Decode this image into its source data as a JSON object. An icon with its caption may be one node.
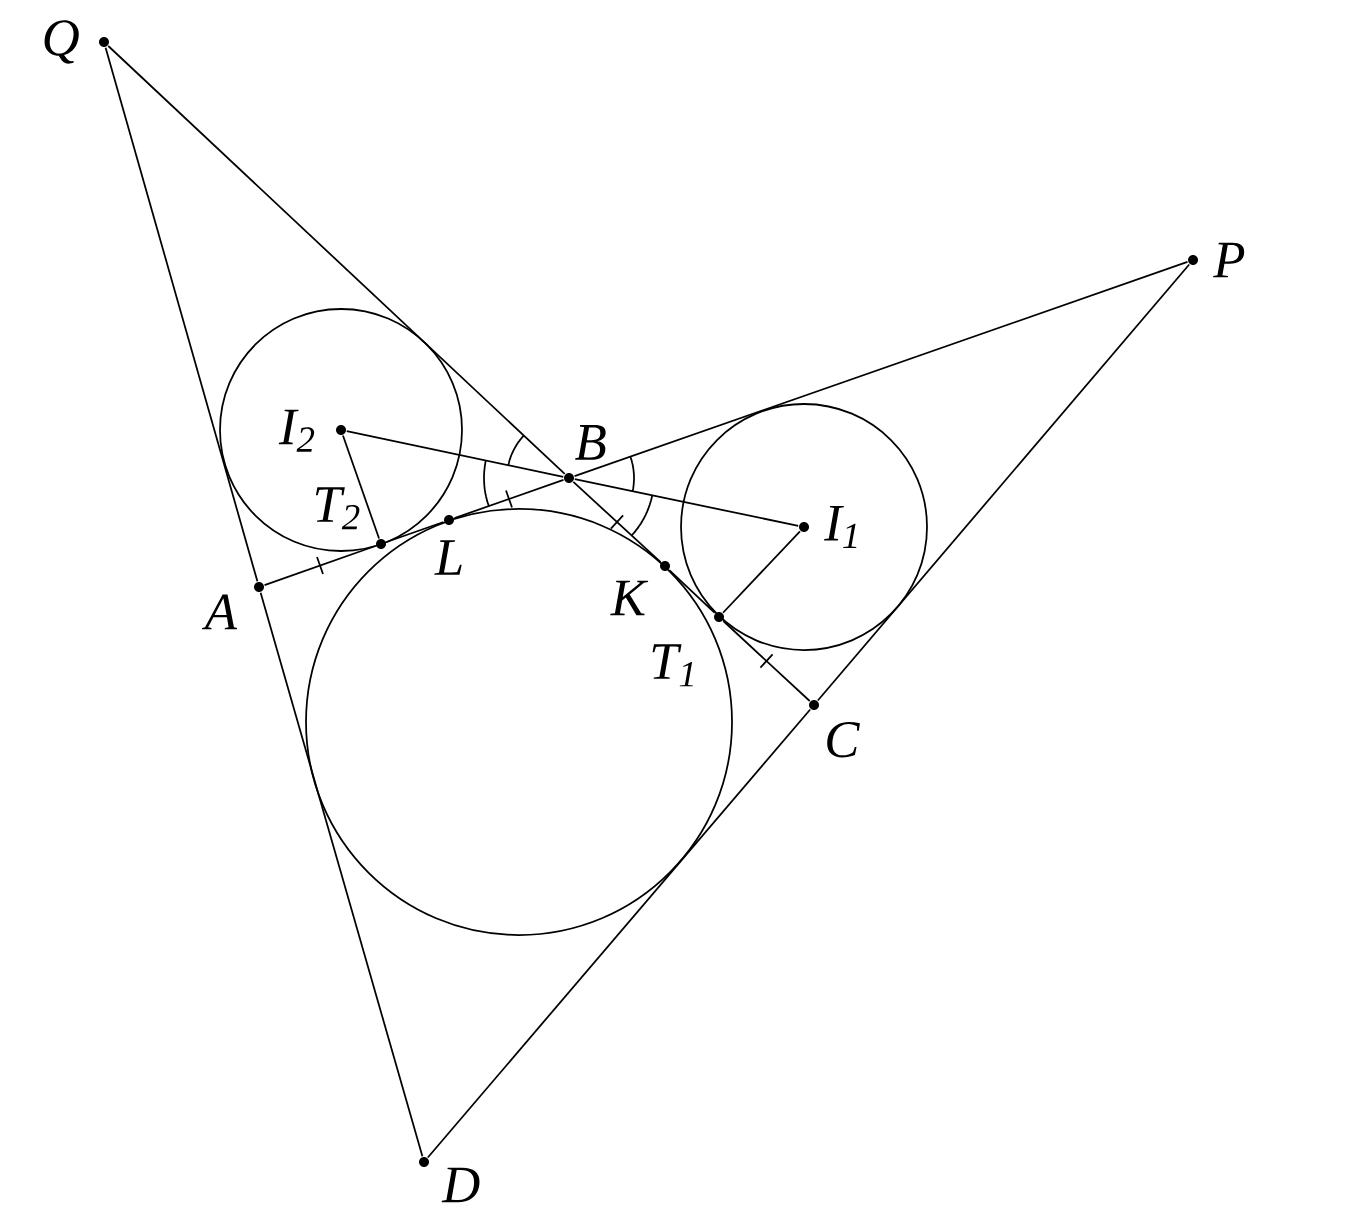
{
  "diagram": {
    "nodes": [
      {
        "text": [
          "Q"
        ]
      },
      {
        "text": [
          "P"
        ]
      },
      {
        "text": [
          "I$_{2}$"
        ]
      },
      {
        "text": [
          "B"
        ]
      },
      {
        "text": [
          "I$_{1}$"
        ]
      },
      {
        "text": [
          "T$_{2}$"
        ]
      },
      {
        "text": [
          "L"
        ]
      },
      {
        "text": [
          "A"
        ]
      },
      {
        "text": [
          "K"
        ]
      },
      {
        "text": [
          "T$_{1}$"
        ]
      },
      {
        "text": [
          "C"
        ]
      },
      {
        "text": [
          "D"
        ]
      }
    ],
    "edges": [
      {
        "from": 0,
        "to": 7,
        "arrow": "none"
      },
      {
        "from": 7,
        "to": 11,
        "arrow": "none"
      },
      {
        "from": 0,
        "to": 3,
        "arrow": "none"
      },
      {
        "from": 3,
        "to": 8,
        "arrow": "none"
      },
      {
        "from": 8,
        "to": 9,
        "arrow": "none"
      },
      {
        "from": 9,
        "to": 10,
        "arrow": "none"
      },
      {
        "from": 7,
        "to": 5,
        "arrow": "none"
      },
      {
        "from": 5,
        "to": 6,
        "arrow": "none"
      },
      {
        "from": 6,
        "to": 3,
        "arrow": "none"
      },
      {
        "from": 3,
        "to": 1,
        "arrow": "none"
      },
      {
        "from": 1,
        "to": 10,
        "arrow": "none"
      },
      {
        "from": 10,
        "to": 11,
        "arrow": "none"
      },
      {
        "from": 2,
        "to": 3,
        "arrow": "none"
      },
      {
        "from": 3,
        "to": 4,
        "arrow": "none"
      },
      {
        "from": 2,
        "to": 5,
        "arrow": "none"
      },
      {
        "from": 4,
        "to": 9,
        "arrow": "none"
      }
    ]
  }
}
